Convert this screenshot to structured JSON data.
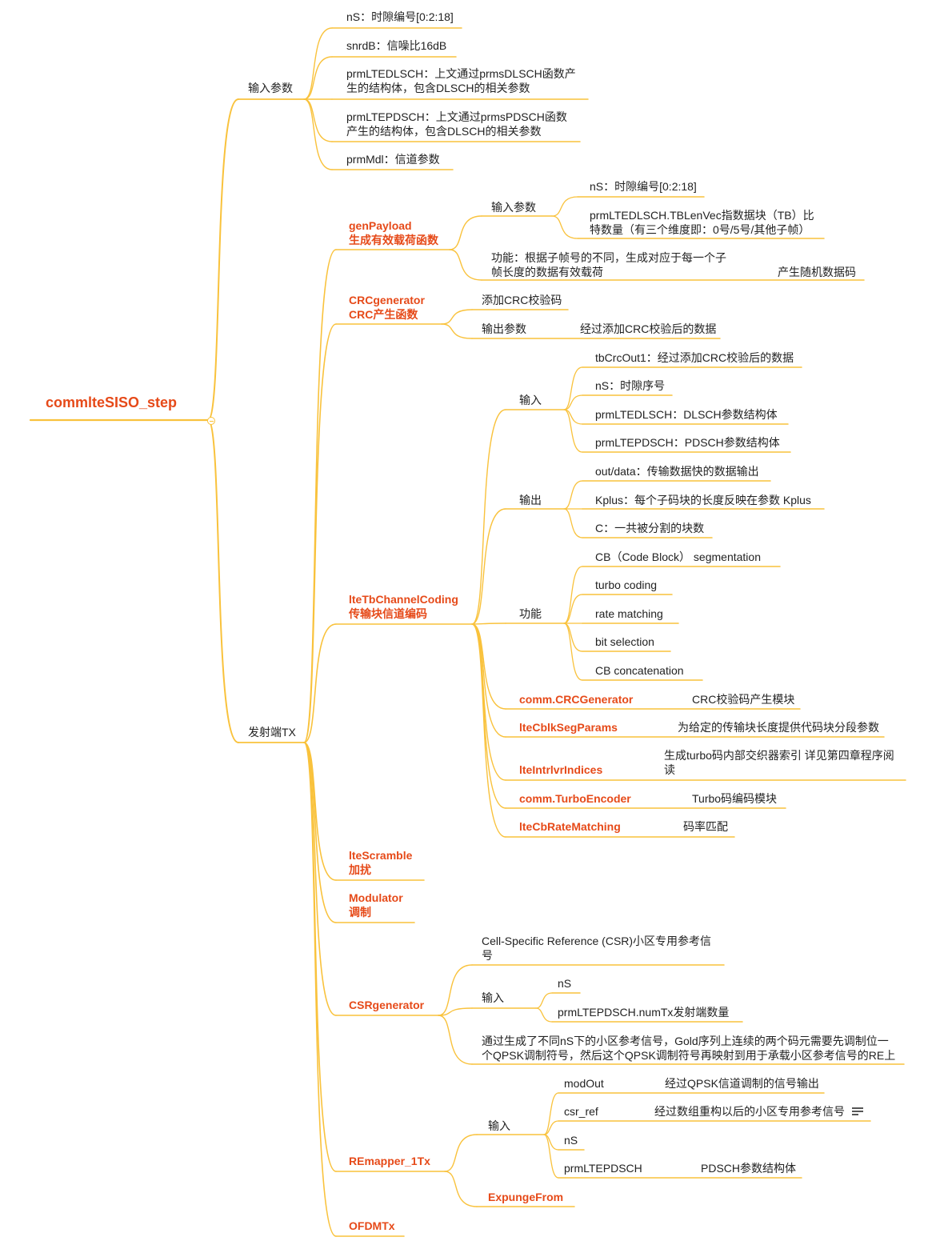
{
  "colors": {
    "branch": "#f9c23c",
    "accent": "#e64a19",
    "text": "#222222"
  },
  "root": "commlteSISO_step",
  "input_params": {
    "label": "输入参数",
    "items": [
      "nS：时隙编号[0:2:18]",
      "snrdB：信噪比16dB",
      "prmLTEDLSCH：上文通过prmsDLSCH函数产",
      "生的结构体，包含DLSCH的相关参数",
      "prmLTEPDSCH：上文通过prmsPDSCH函数",
      "产生的结构体，包含DLSCH的相关参数",
      "prmMdl：信道参数"
    ]
  },
  "tx": {
    "label": "发射端TX",
    "genPayload": {
      "title": [
        "genPayload",
        "生成有效载荷函数"
      ],
      "input_label": "输入参数",
      "inputs": [
        "nS：时隙编号[0:2:18]",
        "prmLTEDLSCH.TBLenVec指数据块（TB）比",
        "特数量（有三个维度即：0号/5号/其他子帧）"
      ],
      "function": [
        "功能：根据子帧号的不同，生成对应于每一个子",
        "帧长度的数据有效载荷"
      ],
      "function_note": "产生随机数据码"
    },
    "crc": {
      "title": [
        "CRCgenerator",
        "CRC产生函数"
      ],
      "add": "添加CRC校验码",
      "output_label": "输出参数",
      "output_desc": "经过添加CRC校验后的数据"
    },
    "coding": {
      "title": [
        "lteTbChannelCoding",
        "传输块信道编码"
      ],
      "input_label": "输入",
      "inputs": [
        "tbCrcOut1：经过添加CRC校验后的数据",
        "nS：时隙序号",
        "prmLTEDLSCH：DLSCH参数结构体",
        "prmLTEPDSCH：PDSCH参数结构体"
      ],
      "output_label": "输出",
      "outputs": [
        "out/data：传输数据快的数据输出",
        "Kplus：每个子码块的长度反映在参数 Kplus",
        "C：一共被分割的块数"
      ],
      "function_label": "功能",
      "functions": [
        "CB（Code Block） segmentation",
        "turbo coding",
        "rate matching",
        "bit selection",
        "CB concatenation"
      ],
      "modules": [
        {
          "name": "comm.CRCGenerator",
          "desc": "CRC校验码产生模块"
        },
        {
          "name": "lteCblkSegParams",
          "desc": "为给定的传输块长度提供代码块分段参数"
        },
        {
          "name": "lteIntrlvrIndices",
          "desc": "生成turbo码内部交织器索引  详见第四章程序阅",
          "desc2": "读"
        },
        {
          "name": "comm.TurboEncoder",
          "desc": "Turbo码编码模块"
        },
        {
          "name": "lteCbRateMatching",
          "desc": "码率匹配"
        }
      ]
    },
    "scramble": [
      "lteScramble",
      "加扰"
    ],
    "modulator": [
      "Modulator",
      "调制"
    ],
    "csr": {
      "title": "CSRgenerator",
      "desc": [
        "Cell-Specific Reference (CSR)小区专用参考信",
        "号"
      ],
      "input_label": "输入",
      "inputs": [
        "nS",
        "prmLTEPDSCH.numTx发射端数量"
      ],
      "note": [
        "通过生成了不同nS下的小区参考信号，Gold序列上连续的两个码元需要先调制位一",
        "个QPSK调制符号，然后这个QPSK调制符号再映射到用于承载小区参考信号的RE上"
      ]
    },
    "remapper": {
      "title": "REmapper_1Tx",
      "input_label": "输入",
      "inputs": [
        {
          "name": "modOut",
          "desc": "经过QPSK信道调制的信号输出"
        },
        {
          "name": "csr_ref",
          "desc": "经过数组重构以后的小区专用参考信号"
        },
        {
          "name": "nS",
          "desc": ""
        },
        {
          "name": "prmLTEPDSCH",
          "desc": "PDSCH参数结构体"
        }
      ],
      "expunge": "ExpungeFrom"
    },
    "ofdm": "OFDMTx"
  }
}
